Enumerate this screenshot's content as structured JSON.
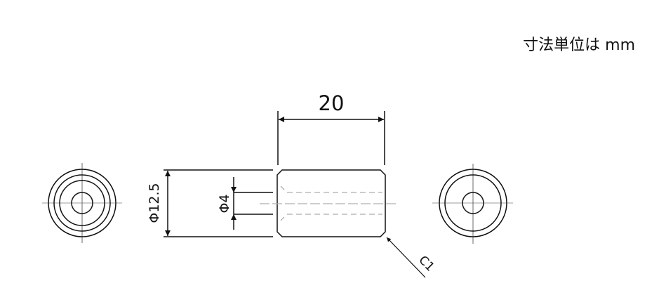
{
  "note": {
    "units": "寸法単位は mm"
  },
  "dimensions": {
    "length": "20",
    "outer_diameter": "Φ12.5",
    "hole_diameter": "Φ4",
    "chamfer": "C1"
  },
  "colors": {
    "line": "#111111",
    "centerline": "#b0b0b0",
    "hidden": "#999999"
  }
}
